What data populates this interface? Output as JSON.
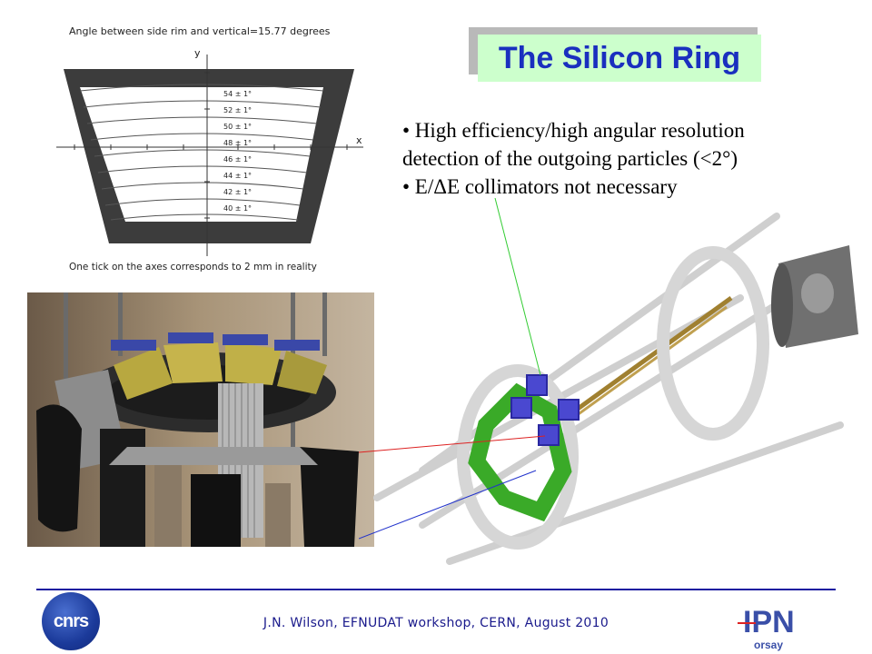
{
  "title": "The Silicon Ring",
  "bullets": [
    "• High efficiency/high angular resolution",
    "detection of the outgoing particles (<2°)",
    "• E/ΔE collimators not necessary"
  ],
  "schematic": {
    "top_caption": "Angle between side rim and vertical=15.77 degrees",
    "bottom_caption": "One tick on the axes corresponds to 2 mm in reality",
    "axis_x": "x",
    "axis_y": "y",
    "angle_labels": [
      "54 ± 1°",
      "52 ± 1°",
      "50 ± 1°",
      "48 ± 1°",
      "46 ± 1°",
      "44 ± 1°",
      "42 ± 1°",
      "40 ± 1°"
    ]
  },
  "footer": {
    "credit": "J.N. Wilson,  EFNUDAT workshop, CERN, August 2010",
    "cnrs_logo_text": "cnrs",
    "ipn_logo_text": "IPN",
    "ipn_logo_sub": "orsay"
  },
  "colors": {
    "title_bg": "#ccffcc",
    "title_text": "#1a2fbf",
    "footer_line": "#1a1aa0",
    "footer_text": "#1a1a8c"
  }
}
